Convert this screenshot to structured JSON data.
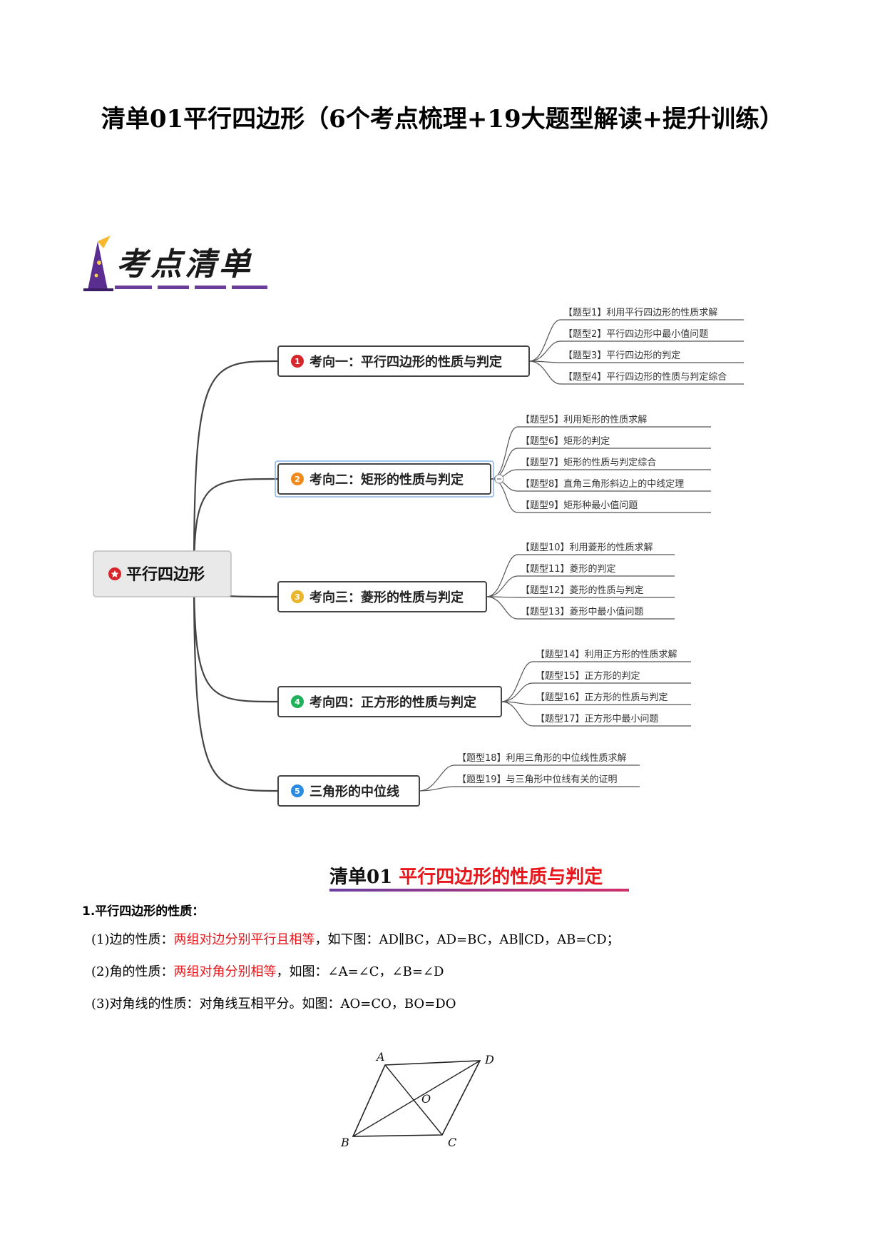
{
  "document": {
    "title": "清单01平行四边形（6个考点梳理+19大题型解读+提升训练）",
    "logo_text": "考点清单"
  },
  "mindmap": {
    "root": "平行四边形",
    "branches": [
      {
        "number": "1",
        "color": "#d7262b",
        "label": "考向一：平行四边形的性质与判定",
        "leaves": [
          "【题型1】利用平行四边形的性质求解",
          "【题型2】平行四边形中最小值问题",
          "【题型3】平行四边形的判定",
          "【题型4】平行四边形的性质与判定综合"
        ]
      },
      {
        "number": "2",
        "color": "#f08a1c",
        "label": "考向二：矩形的性质与判定",
        "leaves": [
          "【题型5】利用矩形的性质求解",
          "【题型6】矩形的判定",
          "【题型7】矩形的性质与判定综合",
          "【题型8】直角三角形斜边上的中线定理",
          "【题型9】矩形种最小值问题"
        ]
      },
      {
        "number": "3",
        "color": "#e9b52a",
        "label": "考向三：菱形的性质与判定",
        "leaves": [
          "【题型10】利用菱形的性质求解",
          "【题型11】菱形的判定",
          "【题型12】菱形的性质与判定",
          "【题型13】菱形中最小值问题"
        ]
      },
      {
        "number": "4",
        "color": "#1fb25a",
        "label": "考向四：正方形的性质与判定",
        "leaves": [
          "【题型14】利用正方形的性质求解",
          "【题型15】正方形的判定",
          "【题型16】正方形的性质与判定",
          "【题型17】正方形中最小问题"
        ]
      },
      {
        "number": "5",
        "color": "#2a8be0",
        "label": "三角形的中位线",
        "leaves": [
          "【题型18】利用三角形的中位线性质求解",
          "【题型19】与三角形中位线有关的证明"
        ]
      }
    ]
  },
  "section": {
    "prefix": "清单01",
    "highlight": "平行四边形的性质与判定",
    "item_title": "1.平行四边形的性质：",
    "props": [
      {
        "pre": "(1)边的性质：",
        "red": "两组对边分别平行且相等",
        "post": "，如下图：AD∥BC，AD=BC，AB∥CD，AB=CD；"
      },
      {
        "pre": "(2)角的性质：",
        "red": "两组对角分别相等",
        "post": "，如图：∠A=∠C，∠B=∠D"
      },
      {
        "pre": "(3)对角线的性质：对角线互相平分。如图：AO=CO，BO=DO",
        "red": "",
        "post": ""
      }
    ]
  },
  "figure": {
    "points": {
      "A": "A",
      "B": "B",
      "C": "C",
      "D": "D",
      "O": "O"
    }
  }
}
